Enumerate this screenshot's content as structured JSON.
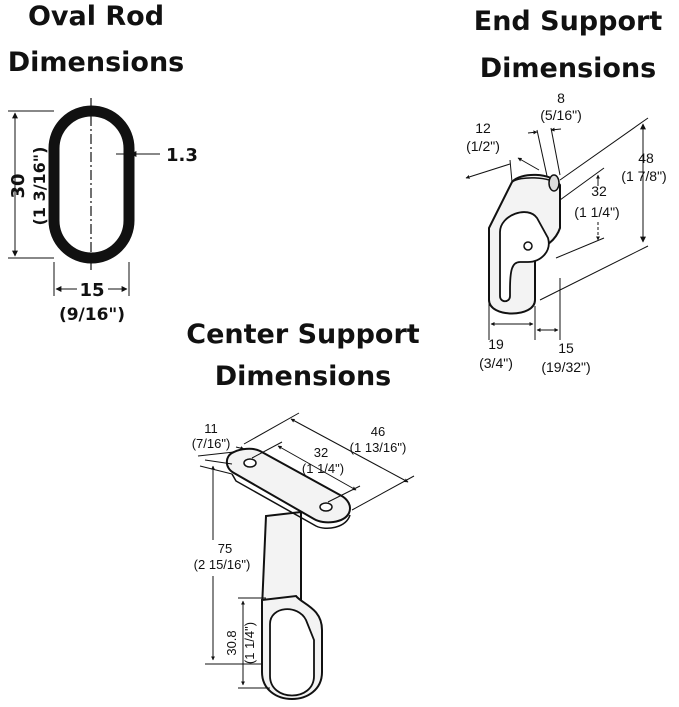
{
  "oval_rod": {
    "title_line1": "Oval Rod",
    "title_line2": "Dimensions",
    "height_mm": "30",
    "height_in": "(1 3/16\")",
    "wall_mm": "1.3",
    "width_mm": "15",
    "width_in": "(9/16\")"
  },
  "end_support": {
    "title_line1": "End Support",
    "title_line2": "Dimensions",
    "screw_mm": "8",
    "screw_in": "(5/16\")",
    "depth_mm": "12",
    "depth_in": "(1/2\")",
    "height_mm": "48",
    "height_in": "(1 7/8\")",
    "inner_mm": "32",
    "inner_in": "(1 1/4\")",
    "width_mm": "19",
    "width_in": "(3/4\")",
    "slot_mm": "15",
    "slot_in": "(19/32\")"
  },
  "center_support": {
    "title_line1": "Center Support",
    "title_line2": "Dimensions",
    "plate_w_mm": "11",
    "plate_w_in": "(7/16\")",
    "length_mm": "46",
    "length_in": "(1 13/16\")",
    "holes_mm": "32",
    "holes_in": "(1 1/4\")",
    "height_mm": "75",
    "height_in": "(2 15/16\")",
    "ring_mm": "30.8",
    "ring_in": "(1 1/4\")"
  },
  "colors": {
    "ink": "#111111",
    "background": "#ffffff",
    "metal": "#f3f3f3"
  }
}
